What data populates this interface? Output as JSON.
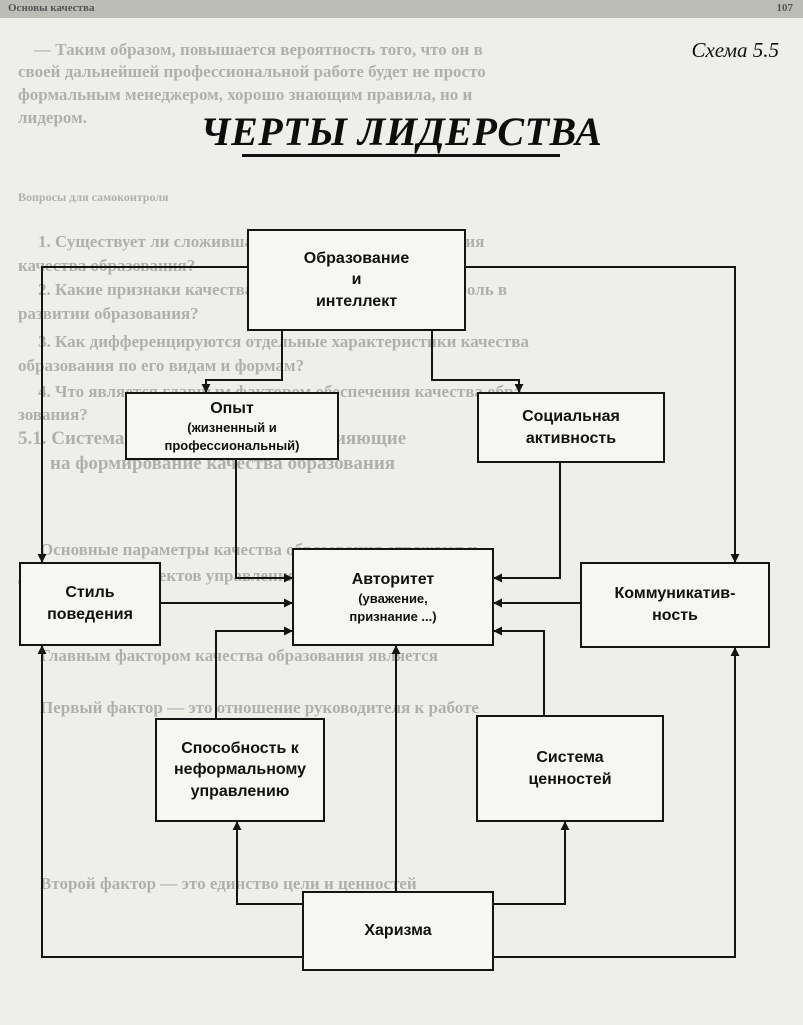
{
  "header": {
    "left": "Основы качества",
    "right": "107"
  },
  "schema_label": "Схема 5.5",
  "title": "ЧЕРТЫ ЛИДЕРСТВА",
  "background_lines": [
    "— Таким образом, повышается вероятность того, что он в",
    "своей дальнейшей профессиональной работе будет не просто",
    "формальным менеджером, хорошо знающим правила, но и",
    "лидером.",
    "Вопросы для самоконтроля",
    "1. Существует ли сложившаяся общепринятая концепция",
    "качества образования?",
    "2. Какие признаки качества играют наиболее важную роль в",
    "развитии образования?",
    "3. Как дифференцируются отдельные характеристики качества",
    "образования по его видам и формам?",
    "4. Что является главным фактором обеспечения качества обра-",
    "зования?",
    "5.1. Система и стиль руководства, влияющие",
    "на формирование качества образования",
    "Основные параметры качества образования отражают и",
    "деятельность субъектов управления, и своеобразие",
    "Главным фактором качества образования является",
    "Первый фактор — это отношение руководителя к работе",
    "Второй фактор — это единство цели и ценностей"
  ],
  "nodes": {
    "education": {
      "lines": [
        "Образование",
        "и",
        "интеллект"
      ]
    },
    "experience": {
      "title": "Опыт",
      "sub": [
        "(жизненный и",
        "профессиональный)"
      ]
    },
    "social": {
      "lines": [
        "Социальная",
        "активность"
      ]
    },
    "style": {
      "lines": [
        "Стиль",
        "поведения"
      ]
    },
    "authority": {
      "title": "Авторитет",
      "sub": [
        "(уважение,",
        "признание ...)"
      ]
    },
    "communicative": {
      "lines": [
        "Коммуникатив-",
        "ность"
      ]
    },
    "informal": {
      "lines": [
        "Способность к",
        "неформальному",
        "управлению"
      ]
    },
    "values": {
      "lines": [
        "Система",
        "ценностей"
      ]
    },
    "charisma": {
      "lines": [
        "Харизма"
      ]
    }
  },
  "colors": {
    "ink": "#141414",
    "paper": "#eeeeea",
    "ghost_text": "#7d7d7d"
  }
}
